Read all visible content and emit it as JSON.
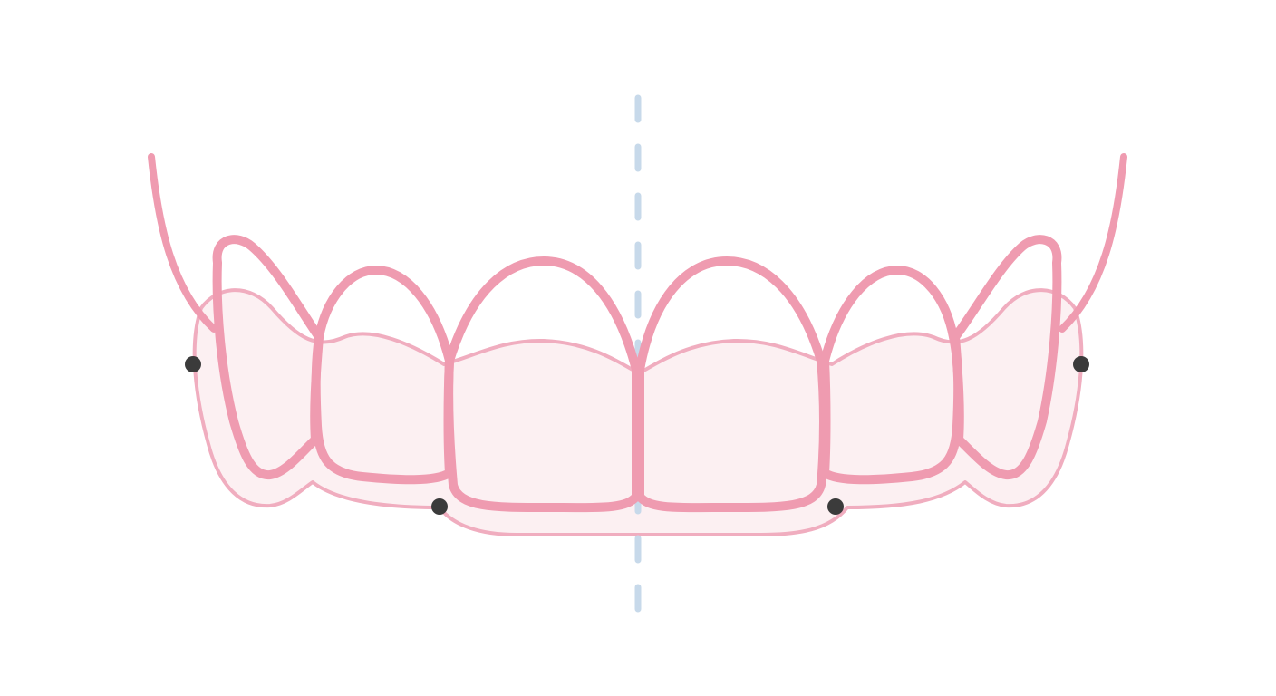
{
  "diagram": {
    "colors": {
      "background": "#ffffff",
      "tooth_outline": "#ef9bb0",
      "outer_outline": "#f0adbf",
      "fill": "#fcf0f2",
      "midline": "#c7d9ea",
      "landmark": "#3b3b3b"
    },
    "teeth": [
      {
        "id": "left-canine"
      },
      {
        "id": "left-lateral-incisor"
      },
      {
        "id": "left-central-incisor"
      },
      {
        "id": "right-central-incisor"
      },
      {
        "id": "right-lateral-incisor"
      },
      {
        "id": "right-canine"
      }
    ],
    "landmarks": [
      {
        "id": "left-outer-point"
      },
      {
        "id": "left-inner-point"
      },
      {
        "id": "right-inner-point"
      },
      {
        "id": "right-outer-point"
      }
    ]
  }
}
